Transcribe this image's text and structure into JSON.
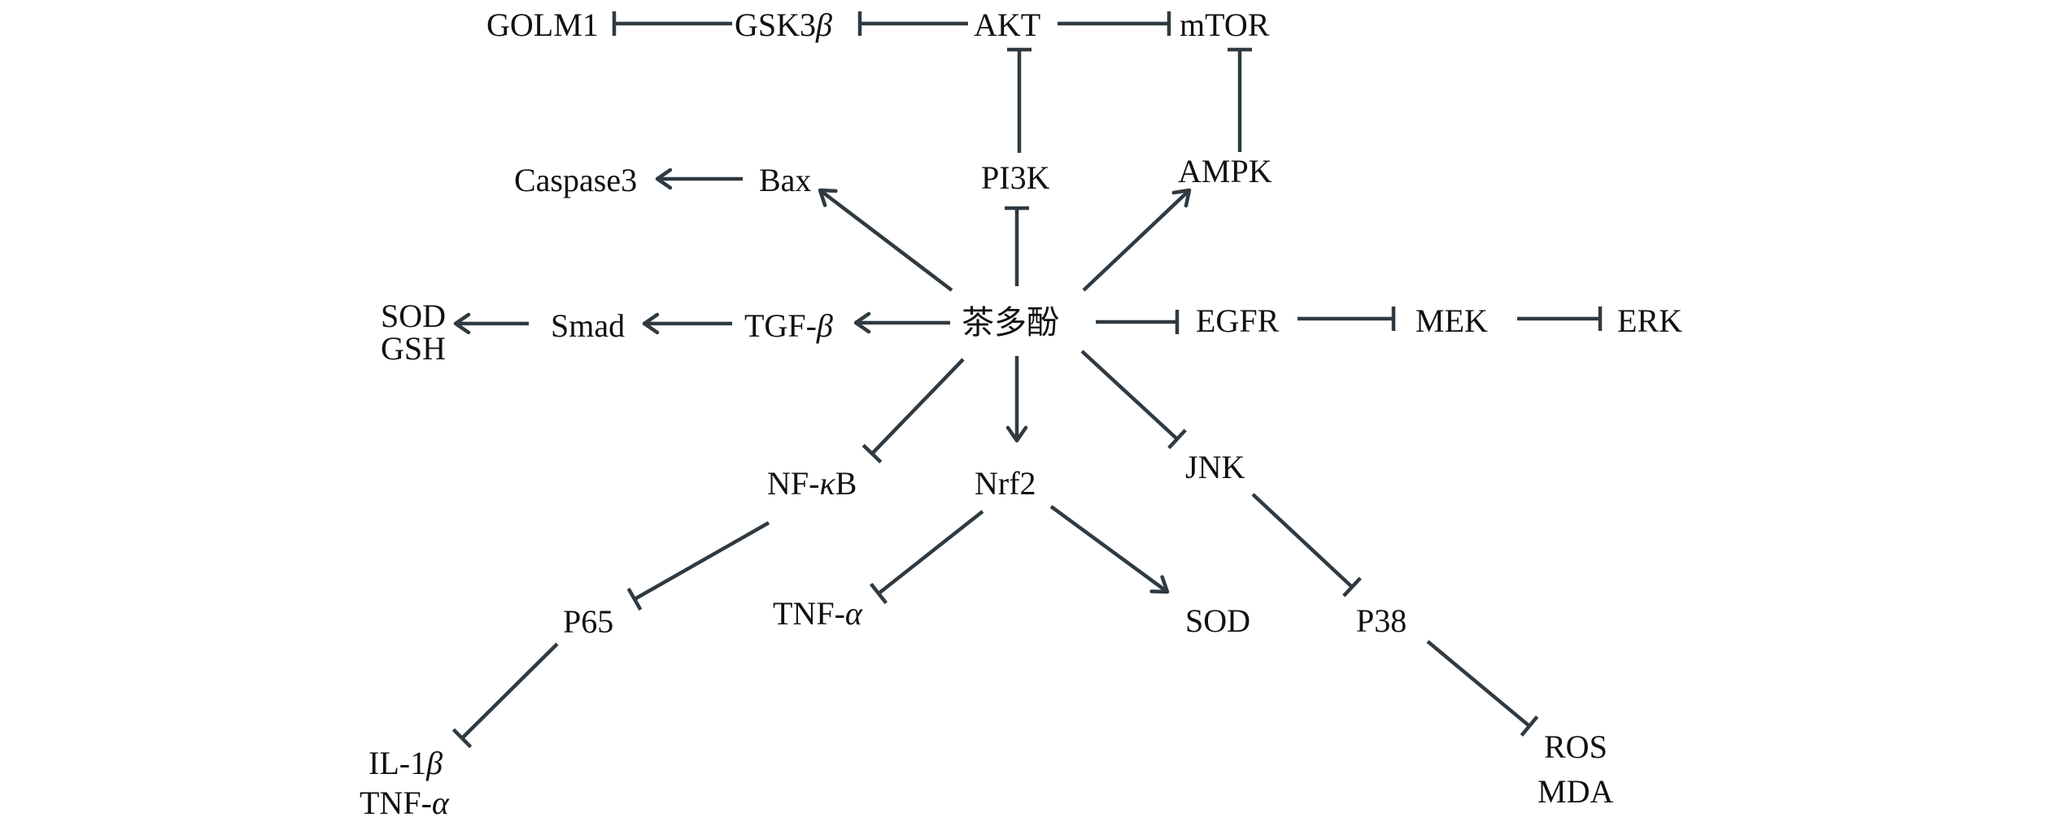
{
  "diagram": {
    "title": "",
    "center_node": "茶多酚",
    "nodes": [
      {
        "id": "tp",
        "label": "茶多酚"
      },
      {
        "id": "golm1",
        "label": "GOLM1"
      },
      {
        "id": "gsk3b",
        "label": "GSK3",
        "italic_suffix": "β"
      },
      {
        "id": "akt",
        "label": "AKT"
      },
      {
        "id": "mtor",
        "label": "mTOR"
      },
      {
        "id": "pi3k",
        "label": "PI3K"
      },
      {
        "id": "ampk",
        "label": "AMPK"
      },
      {
        "id": "caspase3",
        "label": "Caspase3"
      },
      {
        "id": "bax",
        "label": "Bax"
      },
      {
        "id": "sodgsh",
        "label": "SOD",
        "label2": "GSH"
      },
      {
        "id": "smad",
        "label": "Smad"
      },
      {
        "id": "tgfb",
        "label": "TGF-",
        "italic_suffix": "β"
      },
      {
        "id": "egfr",
        "label": "EGFR"
      },
      {
        "id": "mek",
        "label": "MEK"
      },
      {
        "id": "erk",
        "label": "ERK"
      },
      {
        "id": "nfkb",
        "label": "NF-",
        "italic_mid": "κ",
        "label_end": "B"
      },
      {
        "id": "nrf2",
        "label": "Nrf2"
      },
      {
        "id": "jnk",
        "label": "JNK"
      },
      {
        "id": "p65",
        "label": "P65"
      },
      {
        "id": "tnfa1",
        "label": "TNF-",
        "italic_suffix": "α"
      },
      {
        "id": "sod2",
        "label": "SOD"
      },
      {
        "id": "p38",
        "label": "P38"
      },
      {
        "id": "il1b",
        "label": "IL-1",
        "italic_suffix": "β",
        "label2": "TNF-",
        "label2_italic_suffix": "α"
      },
      {
        "id": "rosmda",
        "label": "ROS",
        "label2": "MDA"
      }
    ],
    "edges": [
      {
        "from": "gsk3b",
        "to": "golm1",
        "type": "inhibit"
      },
      {
        "from": "akt",
        "to": "gsk3b",
        "type": "inhibit"
      },
      {
        "from": "akt",
        "to": "mtor",
        "type": "inhibit"
      },
      {
        "from": "pi3k",
        "to": "akt",
        "type": "inhibit"
      },
      {
        "from": "ampk",
        "to": "mtor",
        "type": "inhibit"
      },
      {
        "from": "tp",
        "to": "pi3k",
        "type": "inhibit"
      },
      {
        "from": "tp",
        "to": "ampk",
        "type": "activate"
      },
      {
        "from": "tp",
        "to": "bax",
        "type": "activate"
      },
      {
        "from": "bax",
        "to": "caspase3",
        "type": "activate"
      },
      {
        "from": "tp",
        "to": "tgfb",
        "type": "activate"
      },
      {
        "from": "tgfb",
        "to": "smad",
        "type": "activate"
      },
      {
        "from": "smad",
        "to": "sodgsh",
        "type": "activate"
      },
      {
        "from": "tp",
        "to": "egfr",
        "type": "inhibit"
      },
      {
        "from": "egfr",
        "to": "mek",
        "type": "inhibit"
      },
      {
        "from": "mek",
        "to": "erk",
        "type": "inhibit"
      },
      {
        "from": "tp",
        "to": "nfkb",
        "type": "inhibit"
      },
      {
        "from": "tp",
        "to": "nrf2",
        "type": "activate"
      },
      {
        "from": "tp",
        "to": "jnk",
        "type": "inhibit"
      },
      {
        "from": "nfkb",
        "to": "p65",
        "type": "inhibit"
      },
      {
        "from": "p65",
        "to": "il1b",
        "type": "inhibit"
      },
      {
        "from": "nrf2",
        "to": "tnfa1",
        "type": "inhibit"
      },
      {
        "from": "nrf2",
        "to": "sod2",
        "type": "activate"
      },
      {
        "from": "jnk",
        "to": "p38",
        "type": "inhibit"
      },
      {
        "from": "p38",
        "to": "rosmda",
        "type": "inhibit"
      }
    ],
    "colors": {
      "line": "#2f3a42",
      "text": "#111111",
      "background": "#ffffff"
    }
  }
}
